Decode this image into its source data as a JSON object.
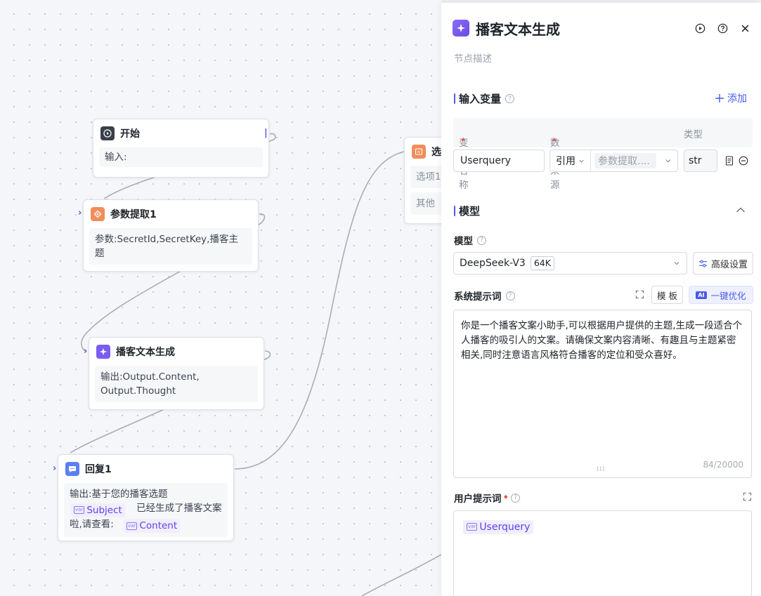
{
  "canvas": {
    "nodes": {
      "start": {
        "title": "开始",
        "body": "输入:"
      },
      "param": {
        "title": "参数提取1",
        "body": "参数:SecretId,SecretKey,播客主题"
      },
      "gen": {
        "title": "播客文本生成",
        "body": "输出:Output.Content, Output.Thought"
      },
      "reply": {
        "title": "回复1",
        "text1": "输出:基于您的播客选题",
        "tag1": "Subject",
        "text2": "已经生成了播客文案",
        "text3": "啦,请查看:",
        "tag2": "Content"
      },
      "select": {
        "title": "选",
        "opt1": "选项1",
        "opt2": "其他"
      }
    }
  },
  "panel": {
    "title": "播客文本生成",
    "description_placeholder": "节点描述",
    "inputs_section": "输入变量",
    "add_label": "添加",
    "columns": {
      "name": "变量名称",
      "source": "数据来源",
      "type": "类型"
    },
    "row": {
      "name": "Userquery",
      "source_mode": "引用",
      "source_value": "参数提取....",
      "type": "str"
    },
    "model_section": "模型",
    "model_label": "模型",
    "model_value": "DeepSeek-V3",
    "model_ctx": "64K",
    "advanced_label": "高级设置",
    "system_prompt_label": "系统提示词",
    "template_label": "模 板",
    "optimize_label": "一键优化",
    "system_prompt": "你是一个播客文案小助手,可以根据用户提供的主题,生成一段适合个人播客的吸引人的文案。请确保文案内容清晰、有趣且与主题紧密相关,同时注意语言风格符合播客的定位和受众喜好。",
    "char_count": "84/20000",
    "user_prompt_label": "用户提示词",
    "user_prompt_tag": "Userquery"
  },
  "colors": {
    "accent": "#4a5be8",
    "purple": "#7b5cf0",
    "orange": "#f28c5a",
    "blue": "#5b7ff0"
  }
}
